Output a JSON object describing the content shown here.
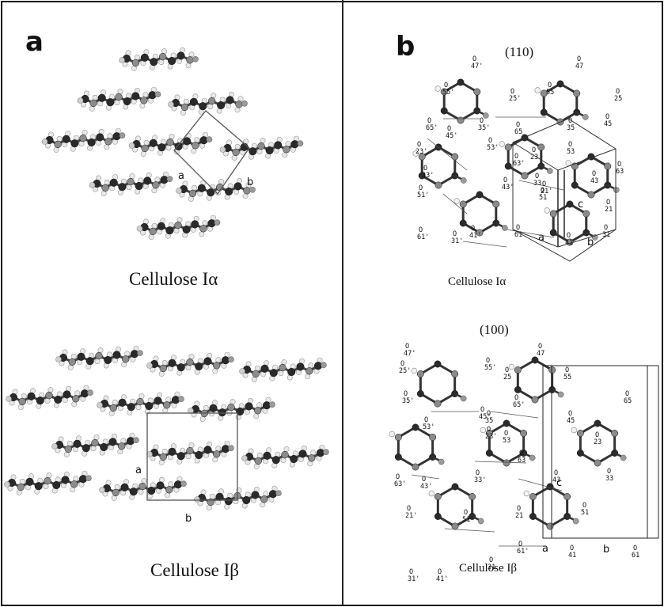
{
  "panels": {
    "a": {
      "label": "a",
      "top_caption": "Cellulose Iα",
      "bottom_caption": "Cellulose Iβ",
      "top_axes": [
        "a",
        "b"
      ],
      "bottom_axes": [
        "a",
        "b"
      ]
    },
    "b": {
      "label": "b",
      "top_plane": "(110)",
      "bottom_plane": "(100)",
      "top_caption": "Cellulose Iα",
      "bottom_caption": "Cellulose Iβ",
      "top_axes": [
        "a",
        "b",
        "c"
      ],
      "bottom_axes": [
        "a",
        "b",
        "c"
      ],
      "top_atoms": [
        "O 47'",
        "O 47",
        "O 55'",
        "O 25'",
        "O 55",
        "O 25",
        "O 65'",
        "O 45'",
        "O 35'",
        "O 65",
        "O 35",
        "O 45",
        "O 23'",
        "O 53'",
        "O 53",
        "O 23",
        "O 33'",
        "O 63'",
        "O 43'",
        "O 33",
        "O 43",
        "O 63",
        "O 21'",
        "O 51'",
        "O 51",
        "O 21",
        "O 61'",
        "O 31'",
        "O 61",
        "O 41",
        "O 31",
        "O 41'"
      ],
      "bottom_atoms": [
        "O 47'",
        "O 47",
        "O 25'",
        "O 55'",
        "O 25",
        "O 55",
        "O 35'",
        "O 65'",
        "O 45'",
        "O 35",
        "O 45",
        "O 65",
        "O 53'",
        "O 23'",
        "O 53",
        "O 23",
        "O 63'",
        "O 63",
        "O 43'",
        "O 33'",
        "O 43",
        "O 33",
        "O 21'",
        "O 51'",
        "O 21",
        "O 51",
        "O 61'",
        "O 31'",
        "O 41'",
        "O 31",
        "O 41",
        "O 61"
      ]
    }
  }
}
